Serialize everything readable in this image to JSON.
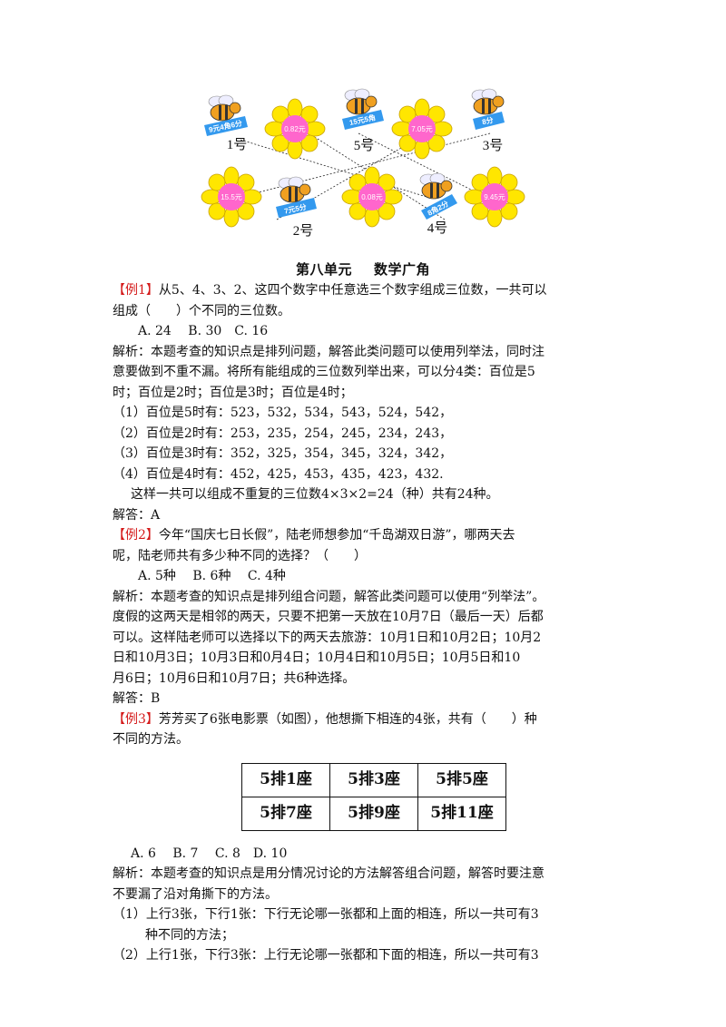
{
  "illustration": {
    "flowers": [
      "0.82元",
      "7.05元",
      "15.5元",
      "0.08元",
      "9.45元"
    ],
    "bee_tags": [
      "9元4角6分",
      "15元5角",
      "8分",
      "7元5分",
      "8角2分"
    ],
    "bee_numbers": [
      "1号",
      "5号",
      "3号",
      "2号",
      "4号"
    ]
  },
  "title": {
    "unit": "第八单元",
    "topic": "数学广角"
  },
  "example1": {
    "label": "【例1】",
    "q1": "从5、4、3、2、这四个数字中任意选三个数字组成三位数，一共可以",
    "q2": "组成（　　）个不同的三位数。",
    "options": "A. 24　 B. 30　C. 16",
    "a1": "解析：本题考查的知识点是排列问题，解答此类问题可以使用列举法，同时注",
    "a2": "意要做到不重不漏。将所有能组成的三位数列举出来，可以分4类：百位是5",
    "a3": "时；百位是2时；百位是3时；百位是4时；",
    "c1": "（1）百位是5时有：523，532，534，543，524，542，",
    "c2": "（2）百位是2时有：253，235，254，245，234，243，",
    "c3": "（3）百位是3时有：352，325，354，345，324，342，",
    "c4": "（4）百位是4时有：452，425，453，435，423，432.",
    "summary": "这样一共可以组成不重复的三位数4×3×2=24（种）共有24种。",
    "answer": "解答：A"
  },
  "example2": {
    "label": "【例2】",
    "q1": "今年“国庆七日长假”，陆老师想参加“千岛湖双日游”，哪两天去",
    "q2": "呢，陆老师共有多少种不同的选择？（　　）",
    "options": "A. 5种　 B. 6种　 C. 4种",
    "a1": "解析：本题考查的知识点是排列组合问题，解答此类问题可以使用“列举法”。",
    "a2": "度假的这两天是相邻的两天，只要不把第一天放在10月7日（最后一天）后都",
    "a3": "可以。这样陆老师可以选择以下的两天去旅游：10月1日和10月2日；10月2",
    "a4": "日和10月3日；10月3日和0月4日；10月4日和10月5日；10月5日和10",
    "a5": "月6日；10月6日和10月7日；共6种选择。",
    "answer": "解答：B"
  },
  "example3": {
    "label": "【例3】",
    "q1": "芳芳买了6张电影票（如图），他想撕下相连的4张，共有（　　）种",
    "q2": "不同的方法。",
    "tickets": [
      [
        "5排1座",
        "5排3座",
        "5排5座"
      ],
      [
        "5排7座",
        "5排9座",
        "5排11座"
      ]
    ],
    "options": "A. 6　 B. 7　 C. 8　D. 10",
    "a1": "解析：本题考查的知识点是用分情况讨论的方法解答组合问题，解答时要注意",
    "a2": "不要漏了沿对角撕下的方法。",
    "c1a": "（1）上行3张，下行1张：下行无论哪一张都和上面的相连，所以一共可有3",
    "c1b": "种不同的方法；",
    "c2a": "（2）上行1张，下行3张：上行无论哪一张都和下面的相连，所以一共可有3"
  },
  "colors": {
    "red_label": "#d41a1a",
    "petal": "#ffe600",
    "flower_center": "#ff66cc",
    "tag": "#3399ee",
    "bee_body": "#f0a020"
  }
}
